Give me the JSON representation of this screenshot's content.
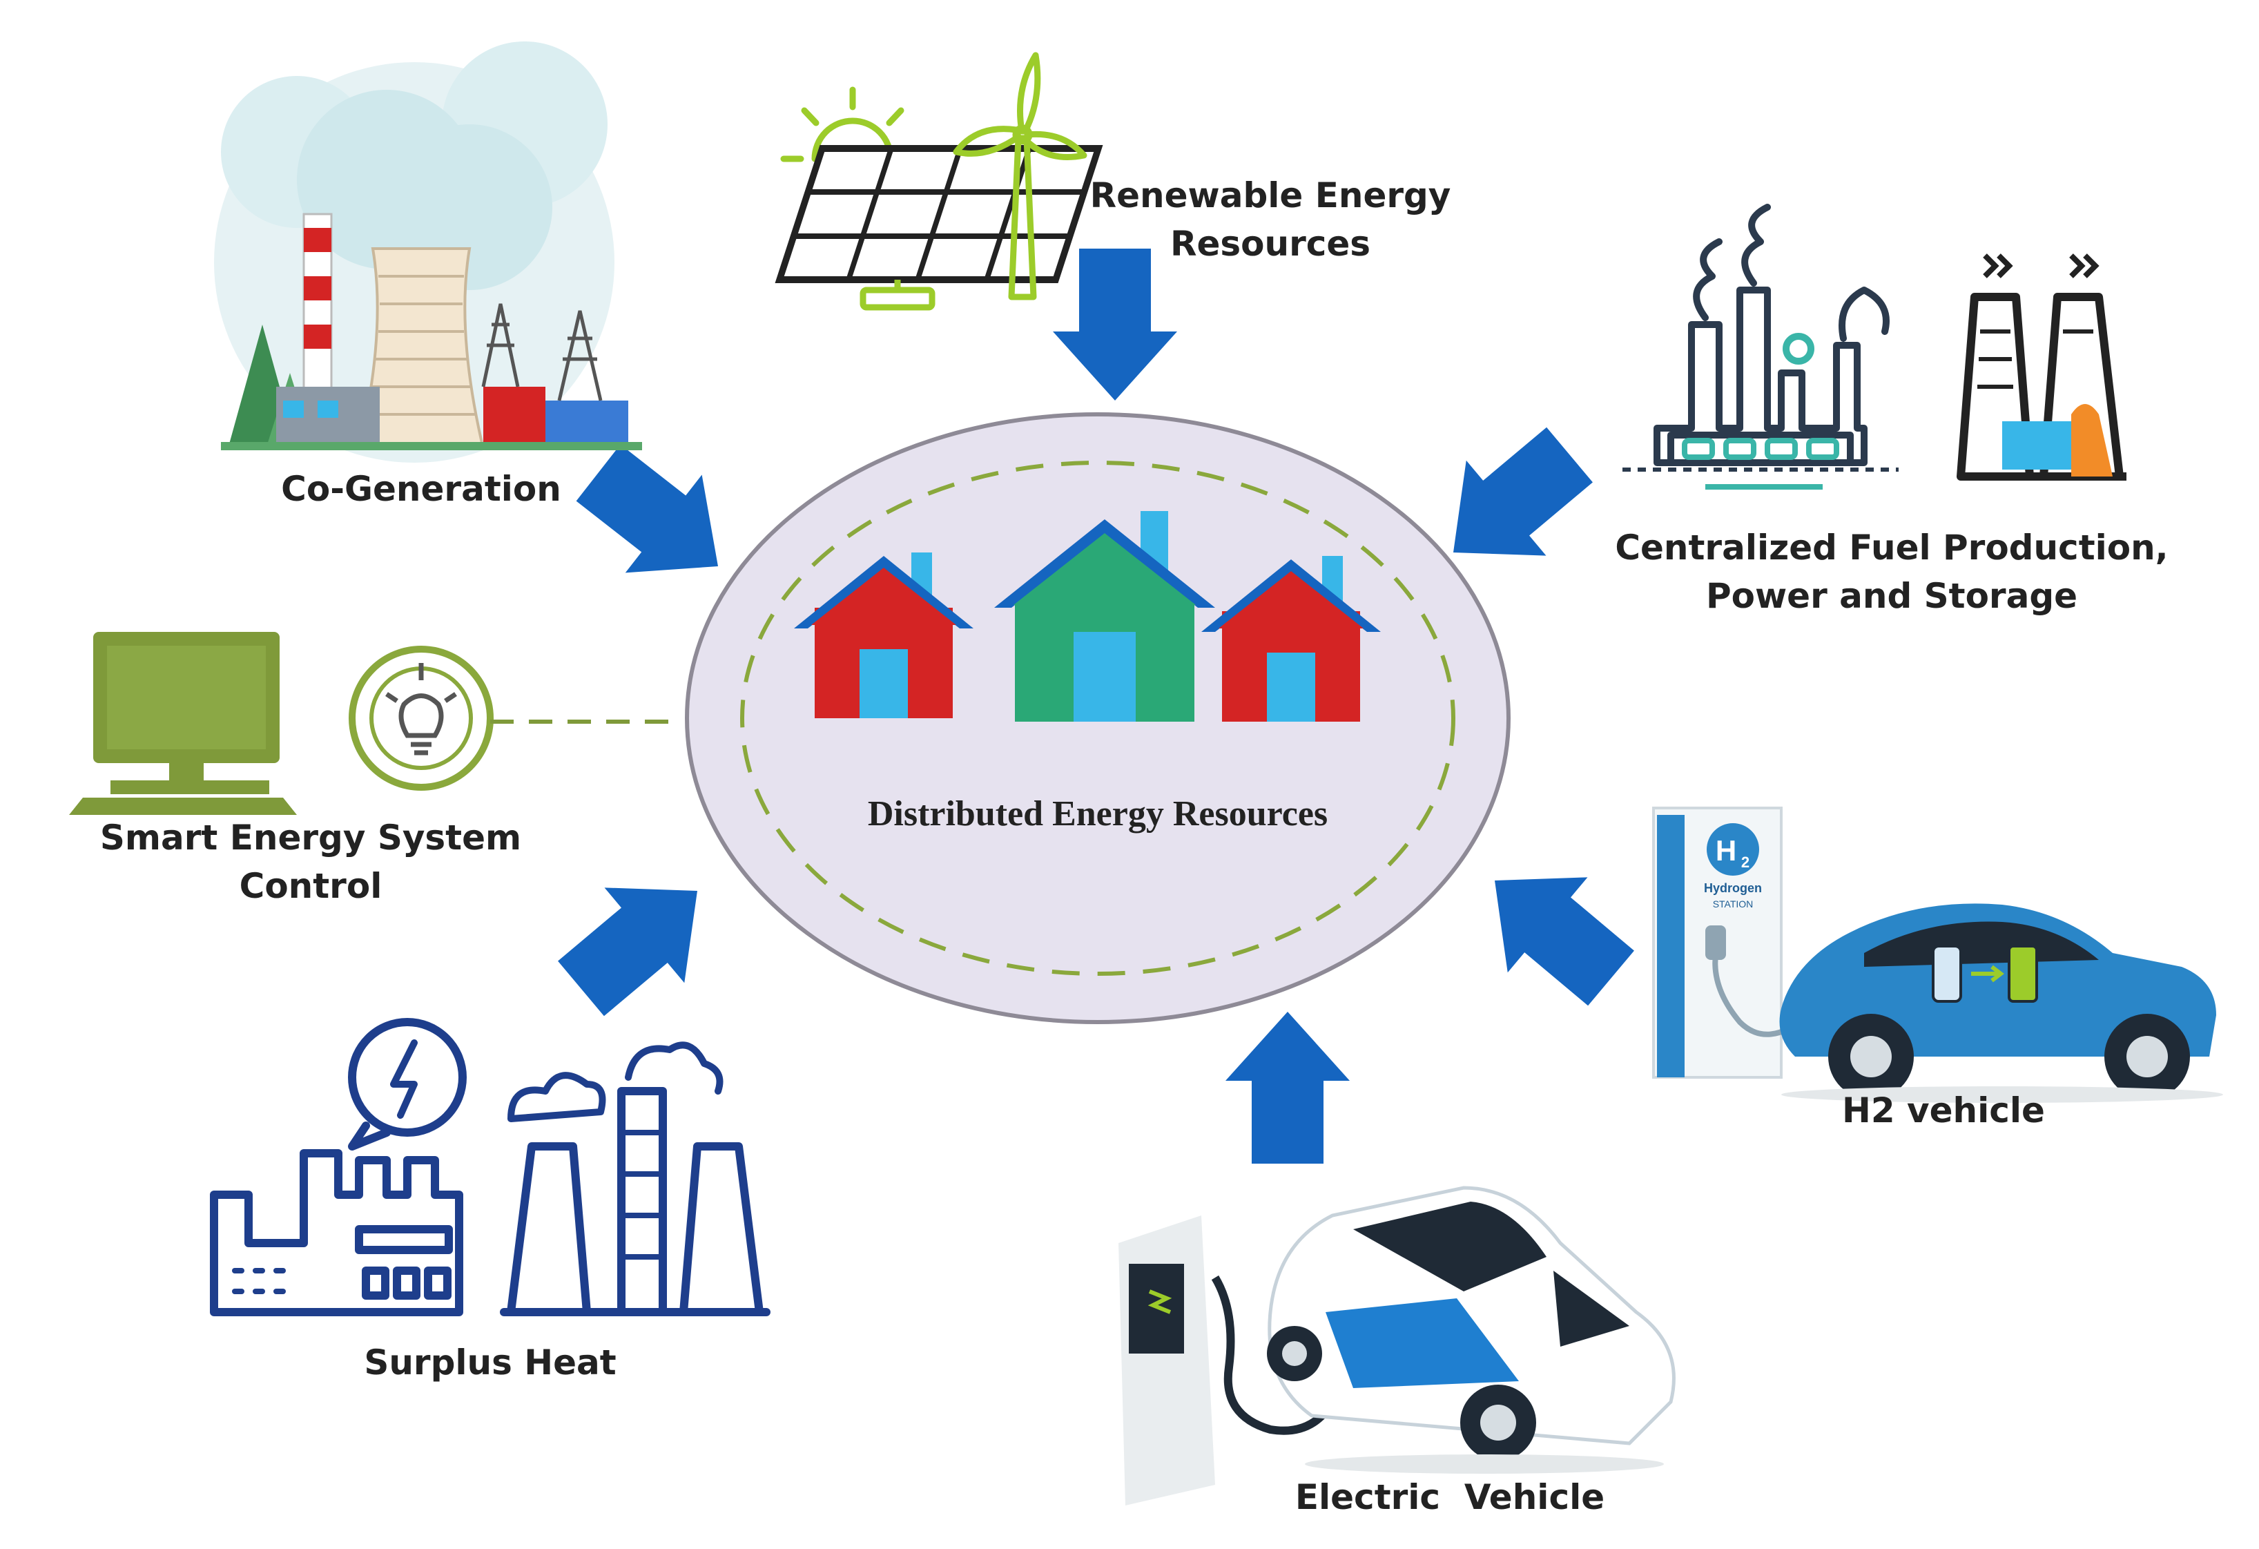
{
  "center": {
    "title": "Distributed Energy Resources"
  },
  "labels": {
    "renewable": [
      "Renewable Energy",
      "Resources"
    ],
    "cogeneration": [
      "Co-Generation"
    ],
    "centralized": [
      "Centralized Fuel Production,",
      "Power and Storage"
    ],
    "smart_control": [
      "Smart Energy System",
      "Control"
    ],
    "surplus_heat": [
      "Surplus Heat"
    ],
    "electric_vehicle": [
      "Electric  Vehicle"
    ],
    "h2_vehicle": [
      "H2 vehicle"
    ]
  },
  "h2_station": {
    "symbol": "H",
    "subscript": "2",
    "line1": "Hydrogen",
    "line2": "STATION"
  },
  "icons": {
    "renewable": "solar-panel-wind-turbine-icon",
    "cogeneration": "power-plant-icon",
    "centralized": "refinery-icon",
    "smart_control": "computer-lightbulb-icon",
    "surplus_heat": "factory-icon",
    "electric_vehicle": "ev-charging-icon",
    "h2_vehicle": "hydrogen-car-icon"
  },
  "colors": {
    "arrow": "#1565c0",
    "ellipse_fill": "#e6e2ef",
    "dashed_ring": "#8aa83c",
    "house_red": "#d42424",
    "house_green": "#2aa876",
    "house_window": "#38b6e8",
    "solar_green": "#9ccc2a",
    "line_icon_blue": "#1e3e8c"
  }
}
